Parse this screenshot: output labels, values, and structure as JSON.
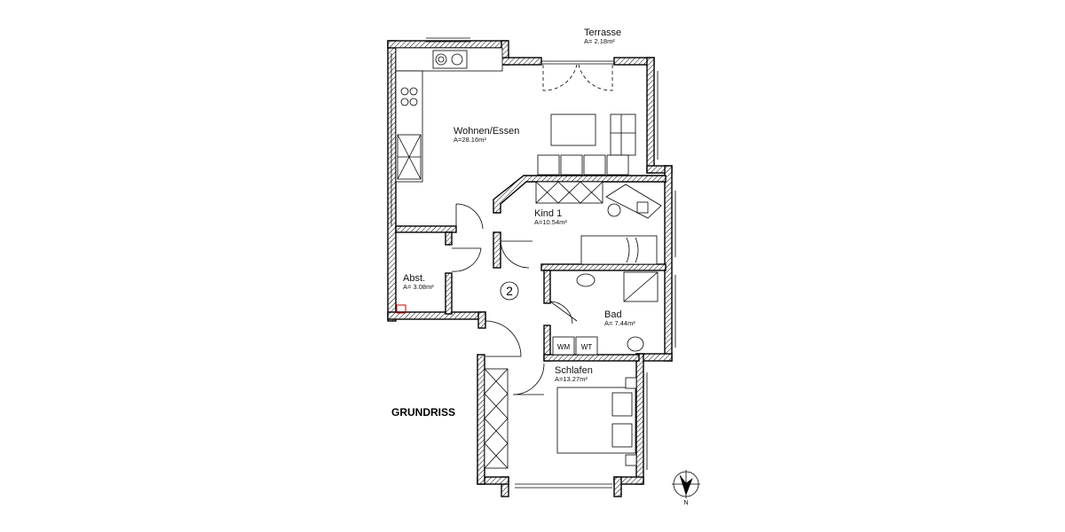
{
  "plan_title": "GRUNDRISS",
  "unit_number": "2",
  "rooms": {
    "terrasse": {
      "name": "Terrasse",
      "area": "A=  2.18m²"
    },
    "wohnen": {
      "name": "Wohnen/Essen",
      "area": "A=28.16m²"
    },
    "kind": {
      "name": "Kind 1",
      "area": "A=10.54m²"
    },
    "abst": {
      "name": "Abst.",
      "area": "A=  3.08m²"
    },
    "bad": {
      "name": "Bad",
      "area": "A=  7.44m²"
    },
    "schlafen": {
      "name": "Schlafen",
      "area": "A=13.27m²"
    }
  },
  "appliances": {
    "wm": "WM",
    "wt": "WT"
  },
  "compass": {
    "label": "N",
    "icon": "north-arrow-icon"
  }
}
